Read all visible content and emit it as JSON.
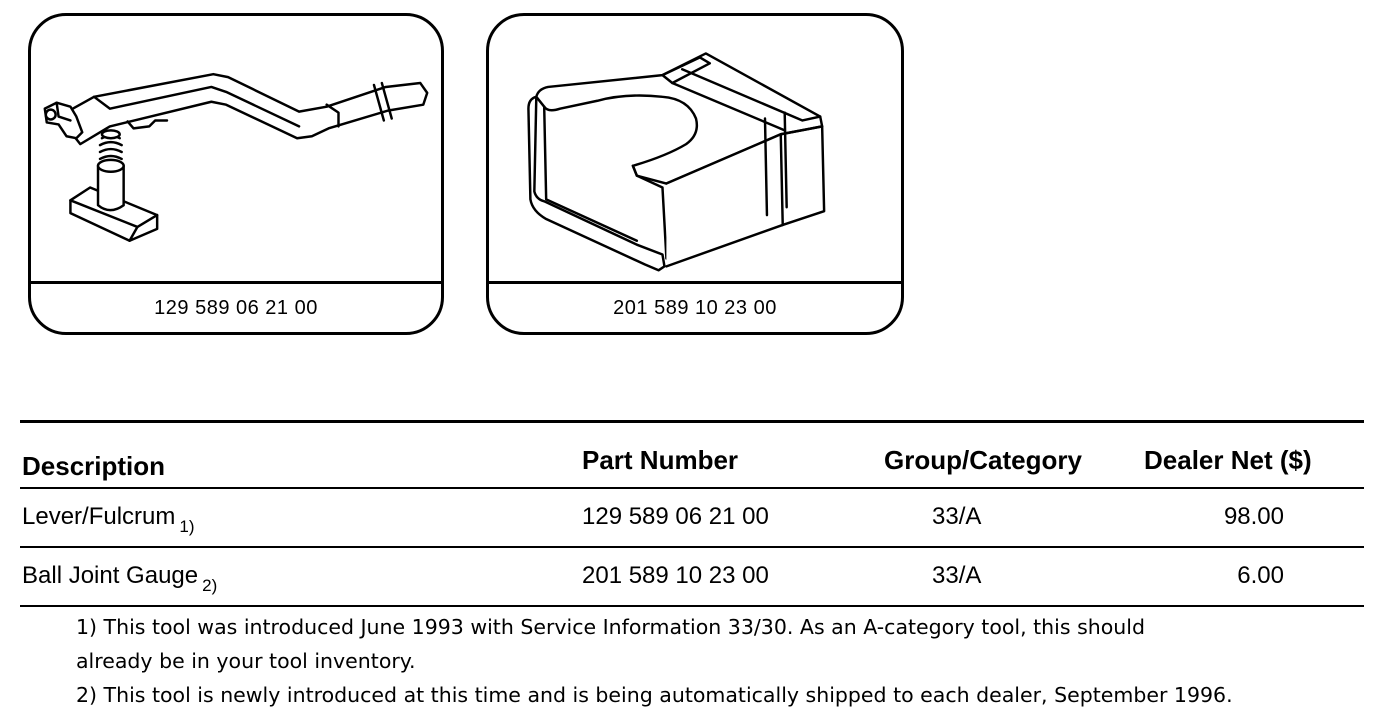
{
  "tools": [
    {
      "caption": "129 589 06 21 00",
      "illustration": "lever-fulcrum-illustration"
    },
    {
      "caption": "201 589 10 23 00",
      "illustration": "ball-joint-gauge-illustration"
    }
  ],
  "table": {
    "headers": {
      "description": "Description",
      "part_number": "Part Number",
      "group_category": "Group/Category",
      "dealer_net": "Dealer Net ($)"
    },
    "rows": [
      {
        "description": "Lever/Fulcrum",
        "note_ref": "1)",
        "part_number": "129 589 06 21 00",
        "group_category": "33/A",
        "dealer_net": "98.00"
      },
      {
        "description": "Ball Joint Gauge",
        "note_ref": "2)",
        "part_number": "201 589 10 23 00",
        "group_category": "33/A",
        "dealer_net": "6.00"
      }
    ]
  },
  "notes": [
    "1) This tool was introduced June 1993 with Service Information 33/30.  As an A-category tool, this should",
    "already be in your tool inventory.",
    "2) This tool is newly introduced at this time and is being automatically shipped to each dealer, September 1996."
  ]
}
